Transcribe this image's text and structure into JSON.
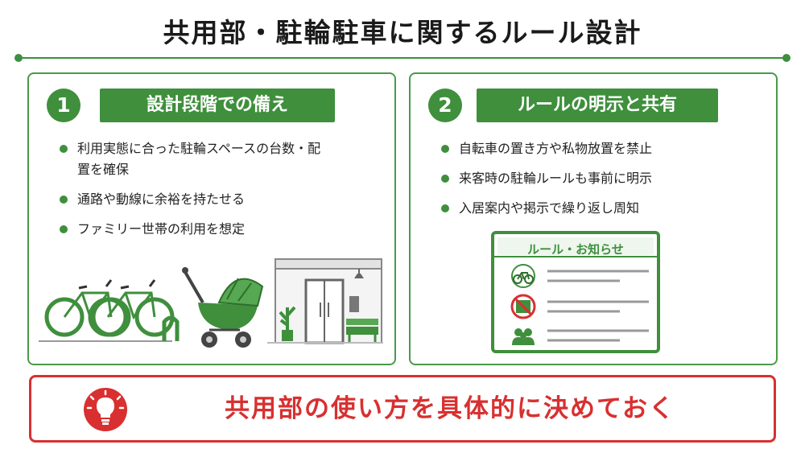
{
  "title": "共用部・駐輪駐車に関するルール設計",
  "sections": [
    {
      "number": "1",
      "heading": "設計段階での備え",
      "items": [
        "利用実態に合った駐輪スペースの台数・配置を確保",
        "通路や動線に余裕を持たせる",
        "ファミリー世帯の利用を想定"
      ]
    },
    {
      "number": "2",
      "heading": "ルールの明示と共有",
      "items": [
        "自転車の置き方や私物放置を禁止",
        "来客時の駐輪ルールも事前に明示",
        "入居案内や掲示で繰り返し周知"
      ],
      "board_title": "ルール・お知らせ"
    }
  ],
  "banner": {
    "text": "共用部の使い方を具体的に決めておく"
  },
  "colors": {
    "green": "#3f8f3d",
    "red": "#d83030"
  },
  "icons": [
    "bicycle-icon",
    "no-parcel-icon",
    "people-icon",
    "lightbulb-icon"
  ]
}
